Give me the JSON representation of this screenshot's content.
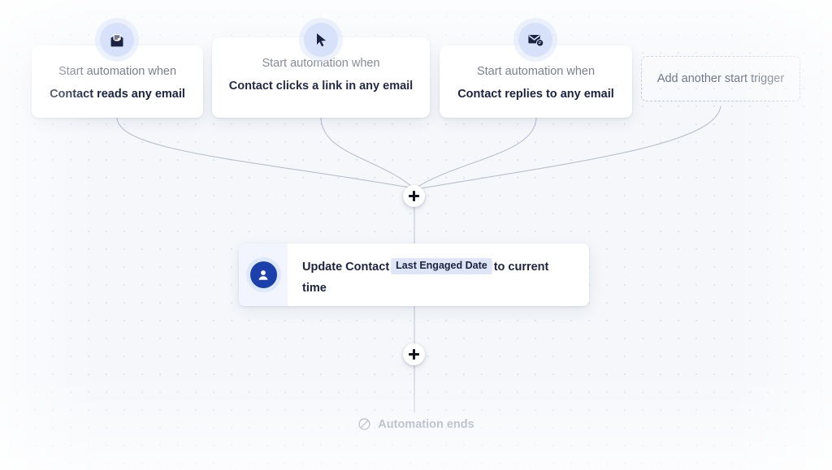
{
  "canvas": {
    "background_color": "#f5f7fb",
    "dot_color": "#dfe5f0",
    "connector_color": "#b9bfcc"
  },
  "triggers": [
    {
      "icon": "open-envelope-read-icon",
      "icon_bg": "#d7e2fa",
      "icon_color": "#1b2340",
      "prefix": "Start automation when",
      "title": "Contact reads any email"
    },
    {
      "icon": "mouse-cursor-click-icon",
      "icon_bg": "#d7e2fa",
      "icon_color": "#1b2340",
      "prefix": "Start automation when",
      "title": "Contact clicks a link in any email"
    },
    {
      "icon": "envelope-reply-icon",
      "icon_bg": "#d7e2fa",
      "icon_color": "#1b2340",
      "prefix": "Start automation when",
      "title": "Contact replies to any email"
    }
  ],
  "add_trigger": {
    "label": "Add another start trigger"
  },
  "nodes": {
    "plus_top": {
      "icon": "plus-icon",
      "label": "+"
    },
    "plus_bottom": {
      "icon": "plus-icon",
      "label": "+"
    }
  },
  "action": {
    "icon": "contact-person-icon",
    "icon_bg": "#1b3fab",
    "text_before": "Update Contact",
    "field": "Last Engaged Date",
    "text_after": "to current time"
  },
  "end": {
    "icon": "no-entry-circle-slash-icon",
    "label": "Automation ends",
    "color": "#9aa1b2"
  }
}
